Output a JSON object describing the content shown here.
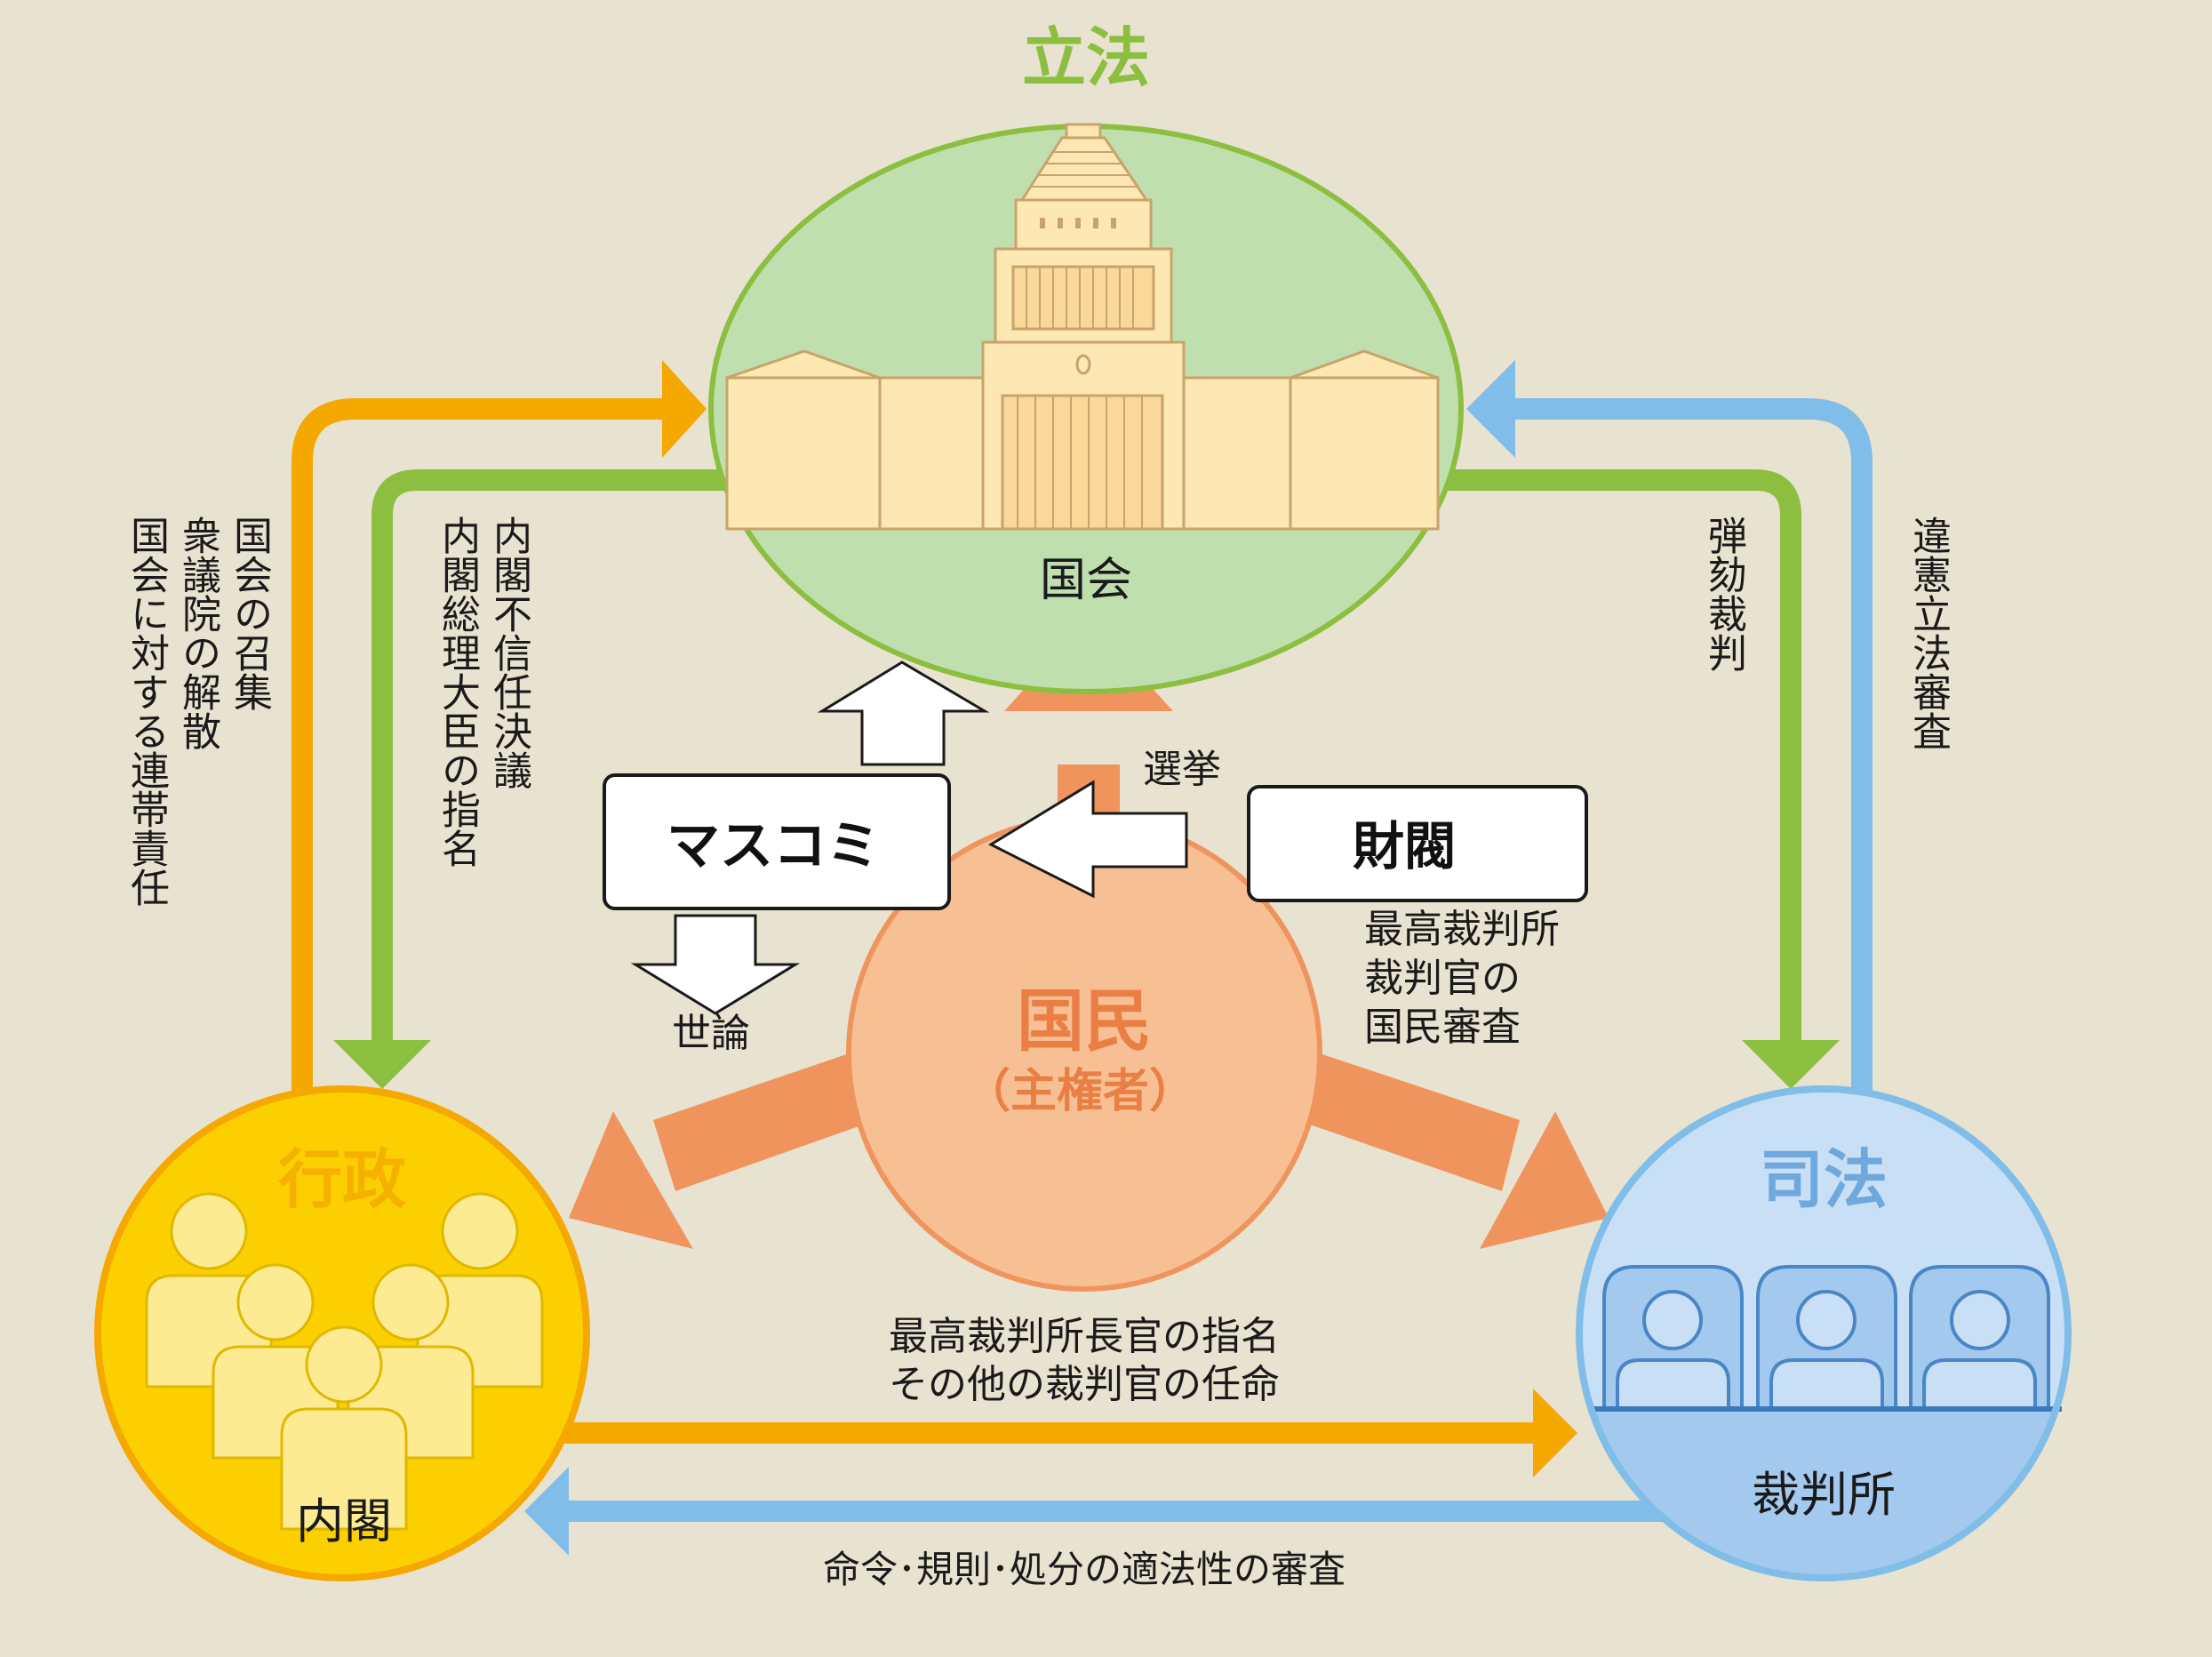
{
  "colors": {
    "background": "#e8e2d0",
    "legislative_green": "#8cbf3f",
    "legislative_fill": "#bfdfae",
    "executive_orange": "#f5a800",
    "executive_fill": "#fcd000",
    "judicial_blue": "#80bde8",
    "judicial_fill": "#c9dff5",
    "people_salmon": "#f0945e",
    "people_fill": "#f7c094"
  },
  "legislative": {
    "title": "立法",
    "label": "国会"
  },
  "executive": {
    "title": "行政",
    "label": "内閣"
  },
  "judicial": {
    "title": "司法",
    "label": "裁判所"
  },
  "people": {
    "title": "国民",
    "subtitle": "（主権者）"
  },
  "media": {
    "label": "マスコミ",
    "opinion": "世論"
  },
  "zaibatsu": {
    "label": "財閥"
  },
  "relations": {
    "election": "選挙",
    "people_to_judicial": [
      "最高裁判所",
      "裁判官の",
      "国民審査"
    ],
    "exec_to_leg": [
      "国会の召集",
      "衆議院の解散",
      "国会に対する連帯責任"
    ],
    "leg_to_exec": [
      "内閣不信任決議",
      "内閣総理大臣の指名"
    ],
    "leg_to_jud": [
      "弾劾裁判"
    ],
    "jud_to_leg": [
      "違憲立法審査"
    ],
    "exec_to_jud": [
      "最高裁判所長官の指名",
      "その他の裁判官の任命"
    ],
    "jud_to_exec": "命令･規則･処分の適法性の審査"
  }
}
